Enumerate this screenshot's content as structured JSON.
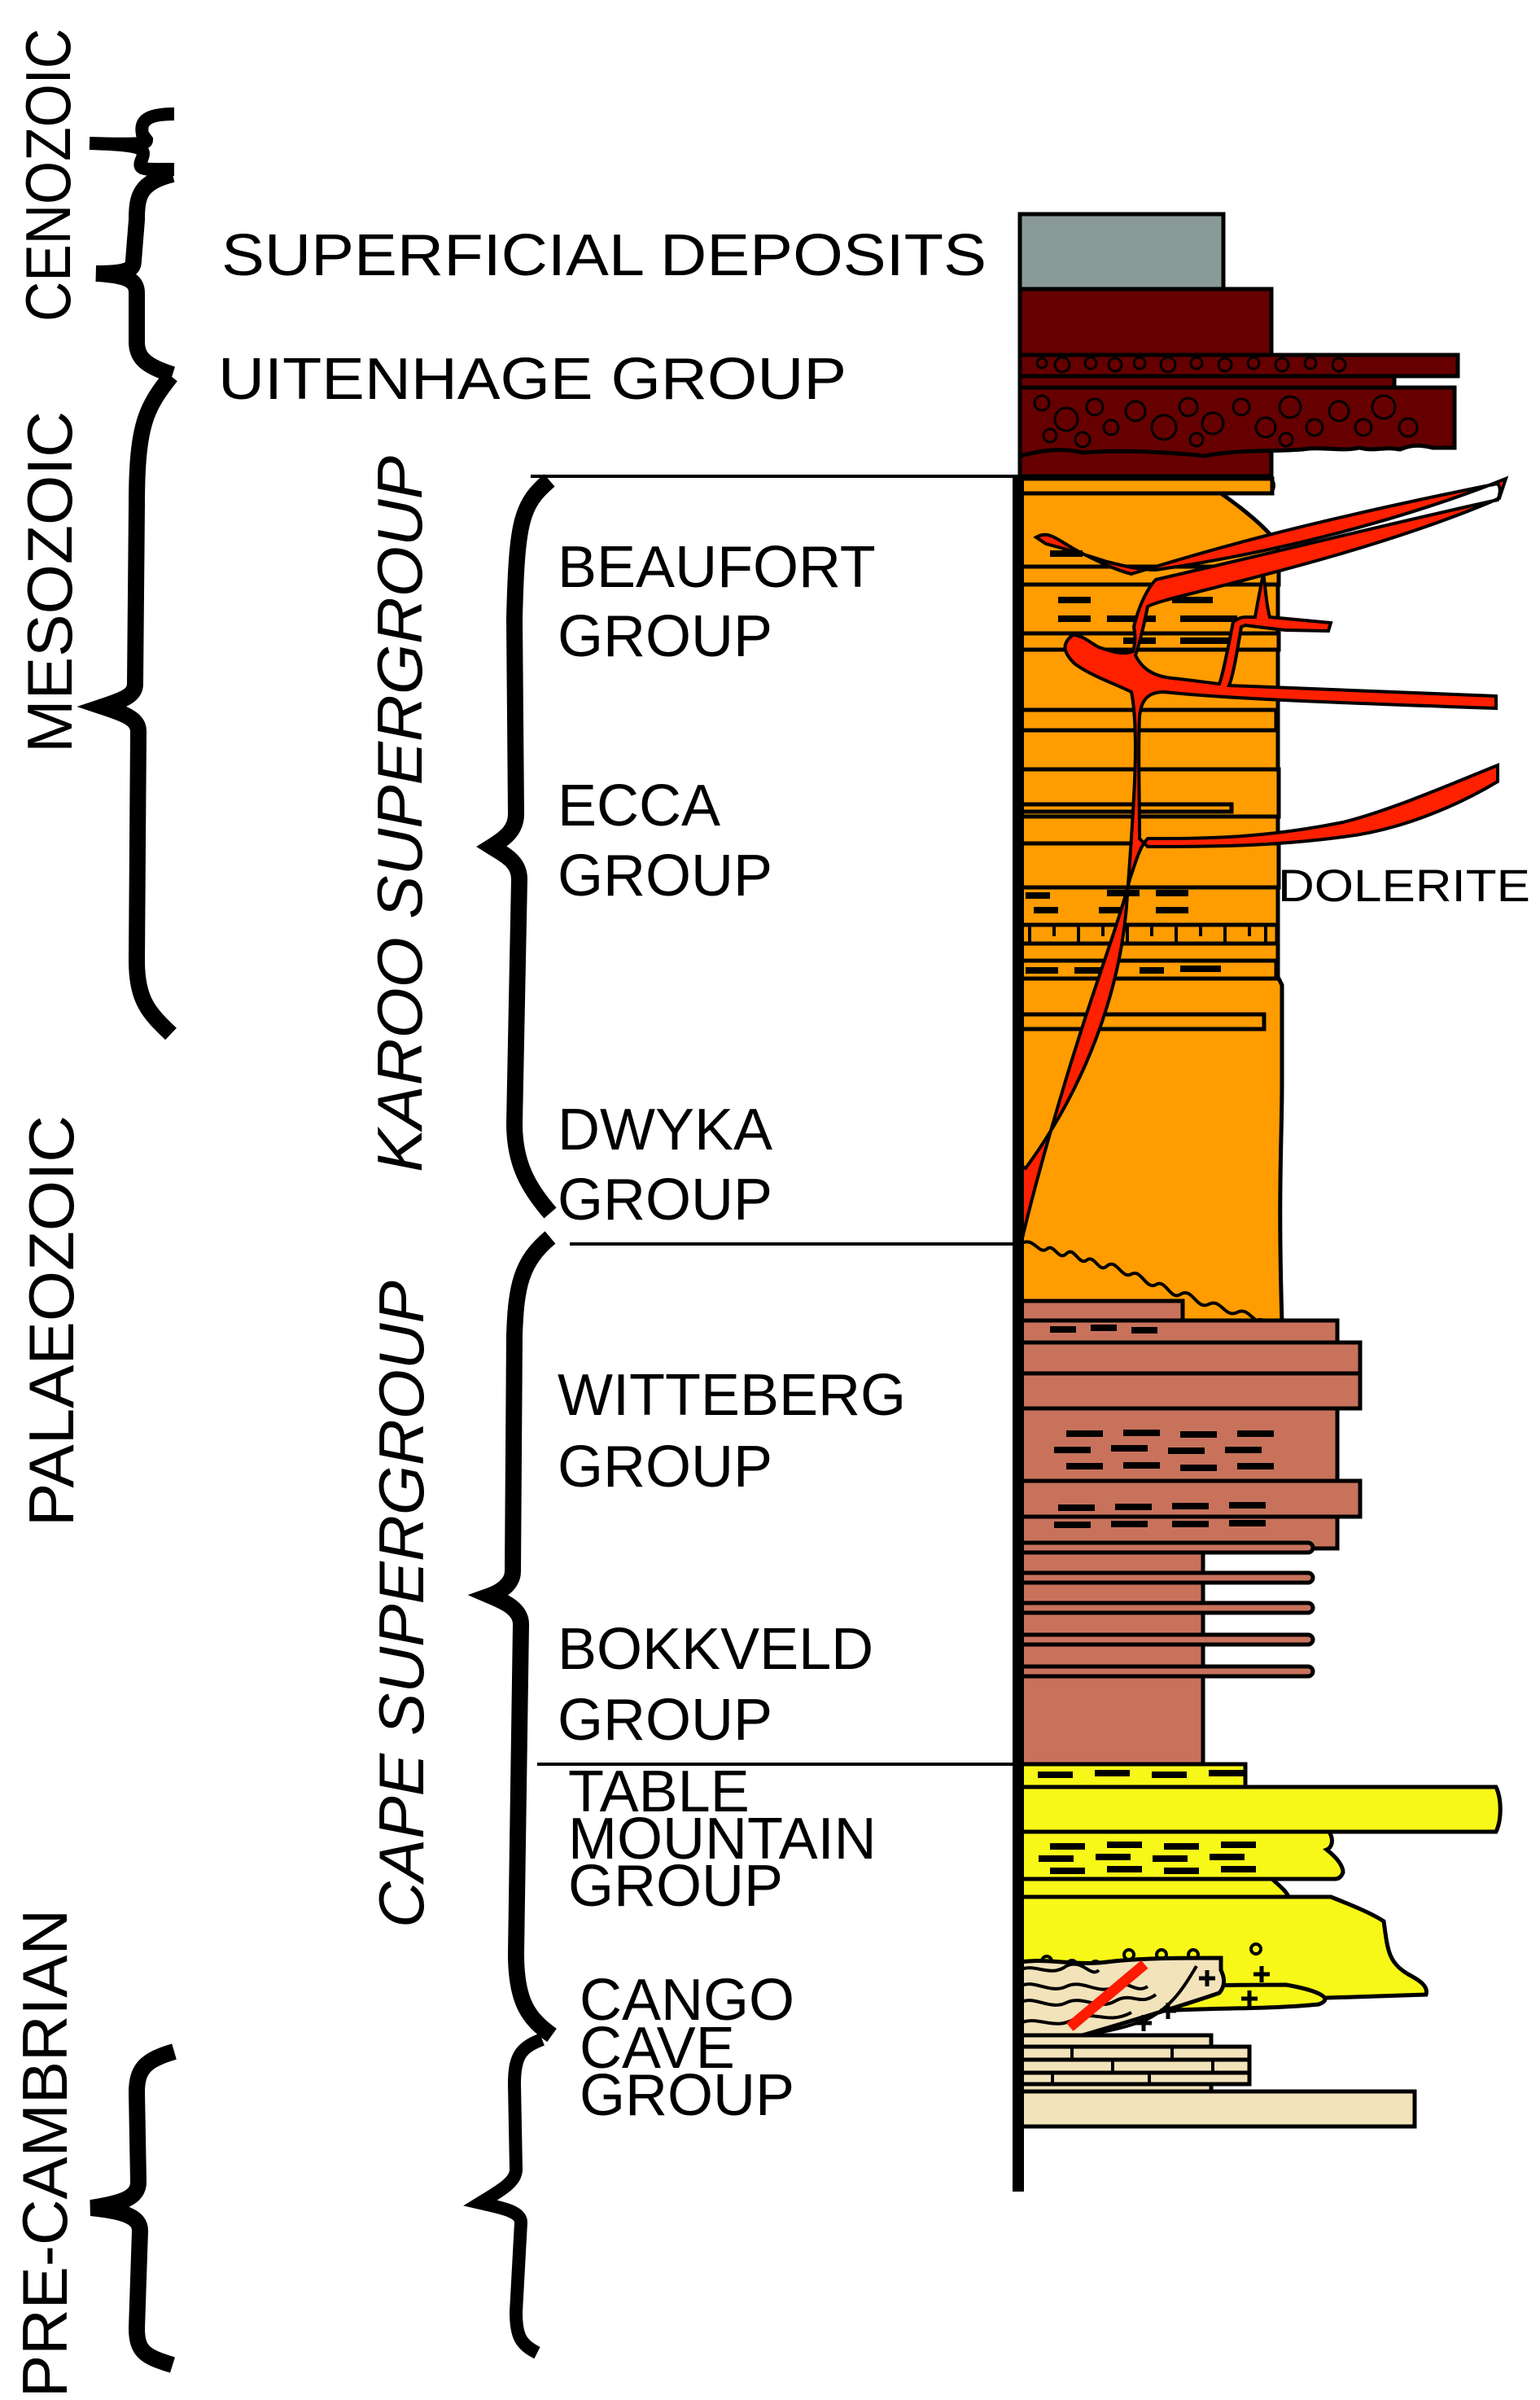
{
  "diagram": {
    "type": "stratigraphic-column",
    "eras": [
      {
        "label": "CENOZOIC"
      },
      {
        "label": "MESOZOIC"
      },
      {
        "label": "PALAEOZOIC"
      },
      {
        "label": "PRE-CAMBRIAN"
      }
    ],
    "supergroups": [
      {
        "label": "KAROO SUPERGROUP"
      },
      {
        "label": "CAPE SUPERGROUP"
      }
    ],
    "units": [
      {
        "label": "SUPERFICIAL DEPOSITS",
        "color": "#8a9a98"
      },
      {
        "label": "UITENHAGE GROUP",
        "color": "#660000"
      },
      {
        "label_line1": "BEAUFORT",
        "label_line2": "GROUP",
        "color": "#ff9c00"
      },
      {
        "label_line1": "ECCA",
        "label_line2": "GROUP",
        "color": "#ff9c00"
      },
      {
        "label_line1": "DWYKA",
        "label_line2": "GROUP",
        "color": "#ff9c00"
      },
      {
        "label_line1": "WITTEBERG",
        "label_line2": "GROUP",
        "color": "#c8725c"
      },
      {
        "label_line1": "BOKKVELD",
        "label_line2": "GROUP",
        "color": "#c8725c"
      },
      {
        "label_line1": "TABLE",
        "label_line2": "MOUNTAIN",
        "label_line3": "GROUP",
        "color": "#f8f818"
      },
      {
        "label_line1": "CANGO",
        "label_line2": "CAVE",
        "label_line3": "GROUP",
        "color": "#f2e3bb"
      }
    ],
    "intrusion": {
      "label": "DOLERITE",
      "color": "#ff2000"
    }
  }
}
